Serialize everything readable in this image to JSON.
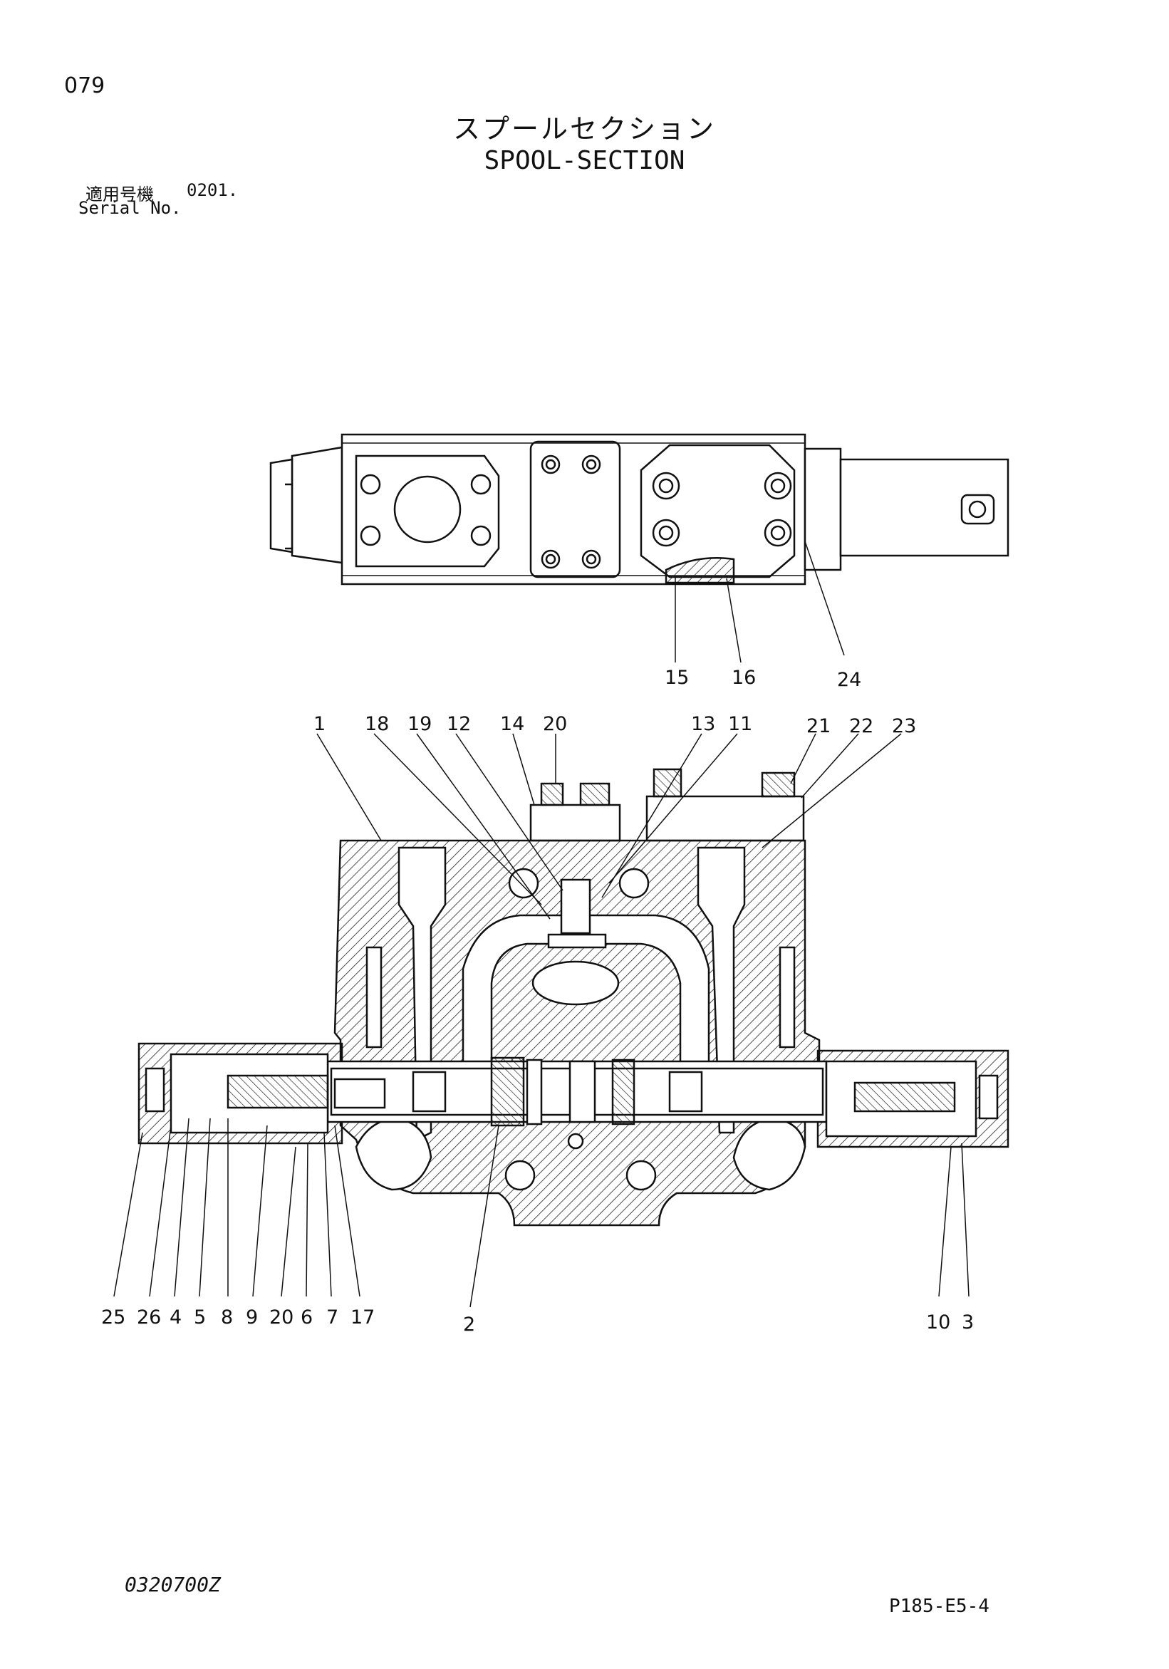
{
  "page_number": "079",
  "title_jp": "スプールセクション",
  "title_en": "SPOOL-SECTION",
  "serial": {
    "label_jp": "適用号機",
    "value": "0201.",
    "label_en": "Serial No."
  },
  "top_view_callouts": [
    "15",
    "16",
    "24"
  ],
  "section_view_top_callouts": [
    "1",
    "18",
    "19",
    "12",
    "14",
    "20",
    "13",
    "11",
    "21",
    "22",
    "23"
  ],
  "section_view_bottom_callouts": [
    "25",
    "26",
    "4",
    "5",
    "8",
    "9",
    "20",
    "6",
    "7",
    "17",
    "2",
    "10",
    "3"
  ],
  "doc_code": "0320700Z",
  "page_ref": "P185-E5-4"
}
